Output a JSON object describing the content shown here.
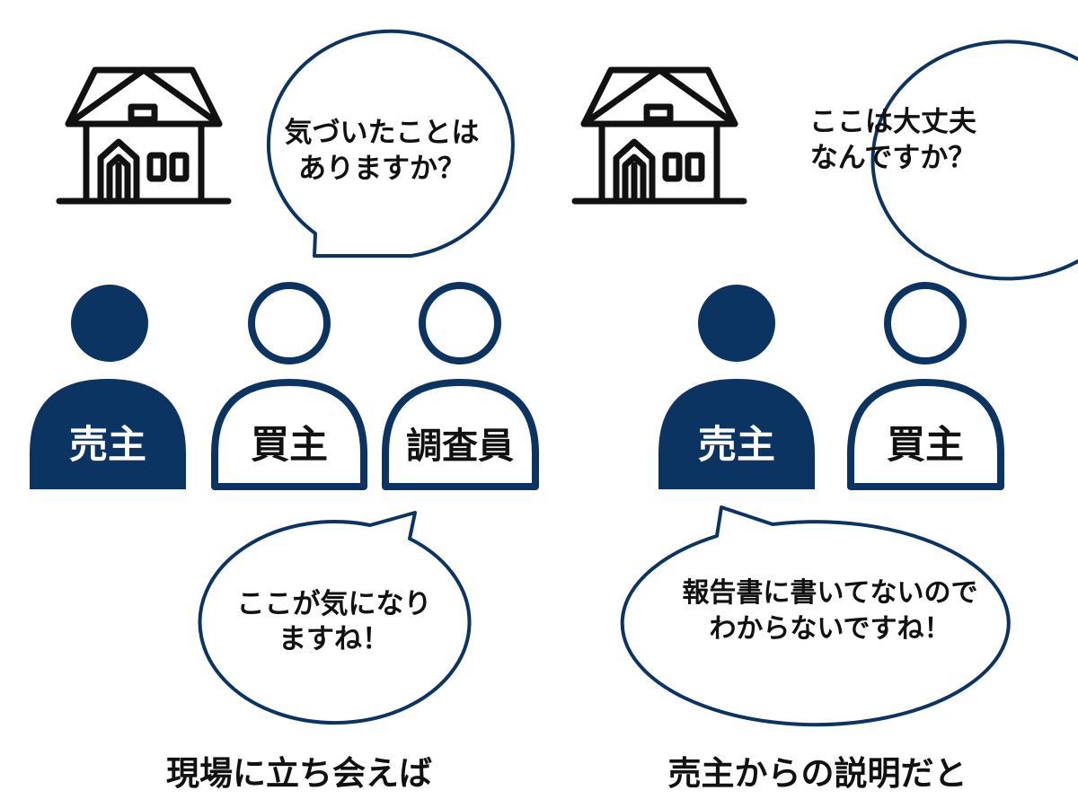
{
  "colors": {
    "navy": "#0b3463",
    "black": "#111111",
    "white": "#ffffff"
  },
  "left_scene": {
    "house_icon": "house-icon",
    "bubble_top": {
      "line1": "気づいたことは",
      "line2": "ありますか？"
    },
    "people": {
      "seller": "売主",
      "buyer": "買主",
      "inspector": "調査員"
    },
    "bubble_bottom": {
      "line1": "ここが気になり",
      "line2": "ますね！"
    },
    "caption": "現場に立ち会えば"
  },
  "right_scene": {
    "house_icon": "house-icon",
    "bubble_top": {
      "line1": "ここは大丈夫",
      "line2": "なんですか？"
    },
    "people": {
      "seller": "売主",
      "buyer": "買主"
    },
    "bubble_bottom": {
      "line1": "報告書に書いてないので",
      "line2": "わからないですね！"
    },
    "caption": "売主からの説明だと"
  }
}
